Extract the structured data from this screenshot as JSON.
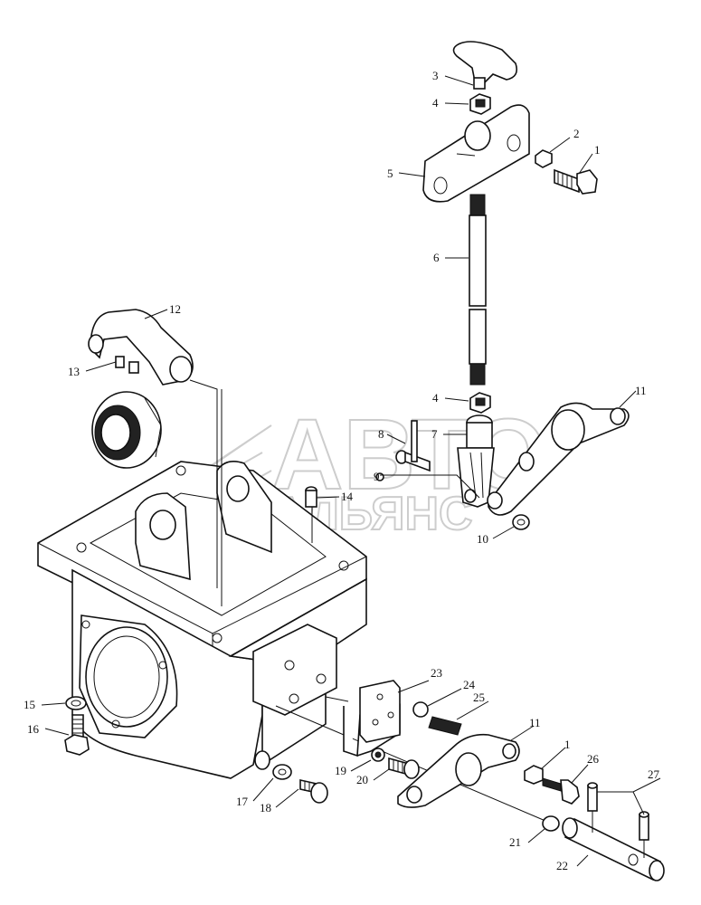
{
  "watermark": {
    "line1": "АВТО",
    "line2": "АЛЬЯНС"
  },
  "callouts": [
    "1",
    "2",
    "3",
    "4",
    "5",
    "6",
    "4",
    "7",
    "8",
    "9",
    "10",
    "11",
    "12",
    "13",
    "14",
    "15",
    "16",
    "17",
    "18",
    "19",
    "20",
    "21",
    "22",
    "23",
    "24",
    "25",
    "11",
    "1",
    "26",
    "27"
  ]
}
